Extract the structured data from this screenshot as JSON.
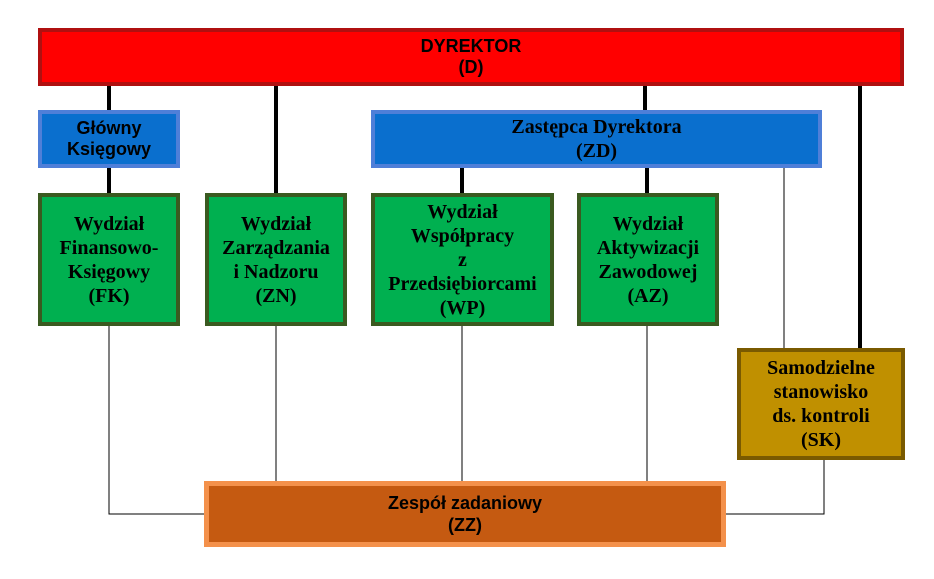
{
  "diagram": {
    "director": {
      "name": "DYREKTOR",
      "code": "(D)"
    },
    "chief_accountant": {
      "text": "Główny\nKsięgowy"
    },
    "deputy_director": {
      "name": "Zastępca Dyrektora",
      "code": "(ZD)"
    },
    "departments": [
      {
        "id": "fk",
        "text": "Wydział\nFinansowo-\nKsięgowy\n(FK)"
      },
      {
        "id": "zn",
        "text": "Wydział\nZarządzania\ni Nadzoru\n(ZN)"
      },
      {
        "id": "wp",
        "text": "Wydział\nWspółpracy\nz\nPrzedsiębiorcami\n(WP)"
      },
      {
        "id": "az",
        "text": "Wydział\nAktywizacji\nZawodowej\n(AZ)"
      }
    ],
    "control_post": {
      "text": "Samodzielne\nstanowisko\nds. kontroli\n(SK)"
    },
    "task_team": {
      "name": "Zespół zadaniowy",
      "code": "(ZZ)"
    }
  },
  "colors": {
    "director": "#ff0000",
    "management": "#0a6fce",
    "department": "#00b050",
    "control_post": "#c09000",
    "task_team": "#c55a11"
  }
}
